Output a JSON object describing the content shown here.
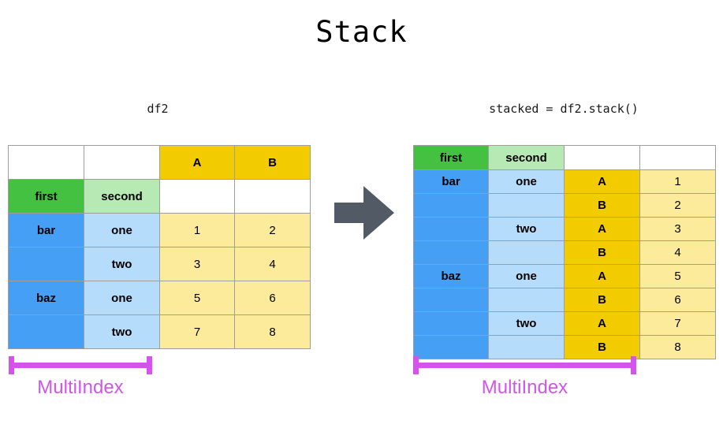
{
  "title": "Stack",
  "colors": {
    "header_green": "#45c142",
    "header_light_green": "#b6e9b4",
    "index_blue": "#45a0f5",
    "index_light_blue": "#b6dcfb",
    "column_gold": "#f3cc00",
    "value_light_yellow": "#fbeb9b",
    "arrow_gray": "#525a66",
    "multiindex_magenta": "#d155e8"
  },
  "left": {
    "caption": "df2",
    "index_names": {
      "first": "first",
      "second": "second"
    },
    "column_headers": [
      "A",
      "B"
    ],
    "rows": [
      {
        "first": "bar",
        "second": "one",
        "A": "1",
        "B": "2"
      },
      {
        "first": "",
        "second": "two",
        "A": "3",
        "B": "4"
      },
      {
        "first": "baz",
        "second": "one",
        "A": "5",
        "B": "6"
      },
      {
        "first": "",
        "second": "two",
        "A": "7",
        "B": "8"
      }
    ],
    "multiindex_label": "MultiIndex"
  },
  "right": {
    "caption": "stacked = df2.stack()",
    "index_names": {
      "first": "first",
      "second": "second",
      "third": "",
      "value": ""
    },
    "rows": [
      {
        "first": "bar",
        "second": "one",
        "level": "A",
        "value": "1"
      },
      {
        "first": "",
        "second": "",
        "level": "B",
        "value": "2"
      },
      {
        "first": "",
        "second": "two",
        "level": "A",
        "value": "3"
      },
      {
        "first": "",
        "second": "",
        "level": "B",
        "value": "4"
      },
      {
        "first": "baz",
        "second": "one",
        "level": "A",
        "value": "5"
      },
      {
        "first": "",
        "second": "",
        "level": "B",
        "value": "6"
      },
      {
        "first": "",
        "second": "two",
        "level": "A",
        "value": "7"
      },
      {
        "first": "",
        "second": "",
        "level": "B",
        "value": "8"
      }
    ],
    "multiindex_label": "MultiIndex"
  }
}
